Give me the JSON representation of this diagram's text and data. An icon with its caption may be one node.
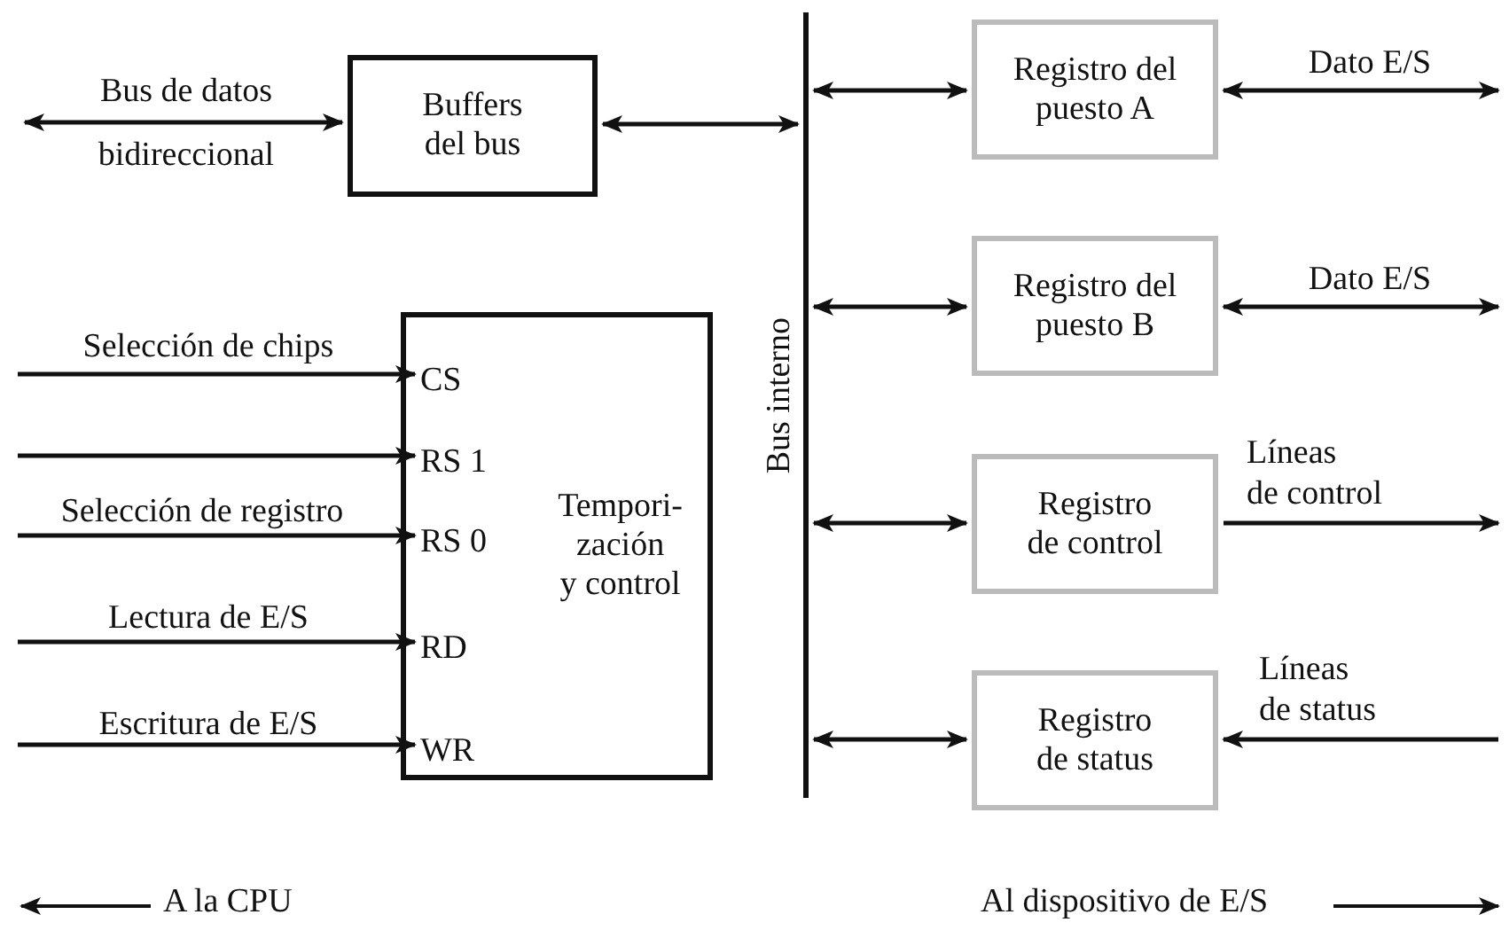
{
  "diagram": {
    "nodes": [
      {
        "text": [
          "Buffers del bus"
        ]
      },
      {
        "text": [
          "Bus interno"
        ]
      },
      {
        "text": [
          "Registro del puesto A"
        ]
      },
      {
        "text": [
          "Registro del puesto B"
        ]
      },
      {
        "text": [
          "Tempori- zación y control"
        ]
      },
      {
        "text": [
          "CS"
        ],
        "in": 4
      },
      {
        "text": [
          "RS 1"
        ],
        "in": 4
      },
      {
        "text": [
          "RS 0"
        ],
        "in": 4
      },
      {
        "text": [
          "RD"
        ],
        "in": 4
      },
      {
        "text": [
          "WR"
        ],
        "in": 4
      },
      {
        "text": [
          "Registro de control"
        ]
      },
      {
        "text": [
          "Registro de status"
        ]
      }
    ],
    "edges": [
      {
        "from": null,
        "to": 0,
        "arrow": "both",
        "label": "Bus de datos bidireccional"
      },
      {
        "from": 0,
        "to": 1,
        "arrow": "both"
      },
      {
        "from": 1,
        "to": 2,
        "arrow": "both"
      },
      {
        "from": 1,
        "to": 3,
        "arrow": "both"
      },
      {
        "from": 1,
        "to": 10,
        "arrow": "both"
      },
      {
        "from": 1,
        "to": 11,
        "arrow": "both"
      },
      {
        "from": 2,
        "to": null,
        "arrow": "both",
        "label": "Dato E/S"
      },
      {
        "from": 3,
        "to": null,
        "arrow": "both",
        "label": "Dato E/S"
      },
      {
        "from": 10,
        "to": null,
        "arrow": "to",
        "label": "Líneas de control"
      },
      {
        "from": null,
        "to": 11,
        "arrow": "to",
        "label": "Líneas de status"
      },
      {
        "from": null,
        "to": 5,
        "arrow": "to",
        "label": "Selección de chips"
      },
      {
        "from": null,
        "to": 6,
        "arrow": "to"
      },
      {
        "from": null,
        "to": 7,
        "arrow": "to",
        "label": "Selección de registro"
      },
      {
        "from": null,
        "to": 8,
        "arrow": "to",
        "label": "Lectura de E/S"
      },
      {
        "from": null,
        "to": 9,
        "arrow": "to",
        "label": "Escritura de E/S"
      }
    ],
    "labels": [
      "A la CPU",
      "Al dispositivo de E/S"
    ]
  }
}
